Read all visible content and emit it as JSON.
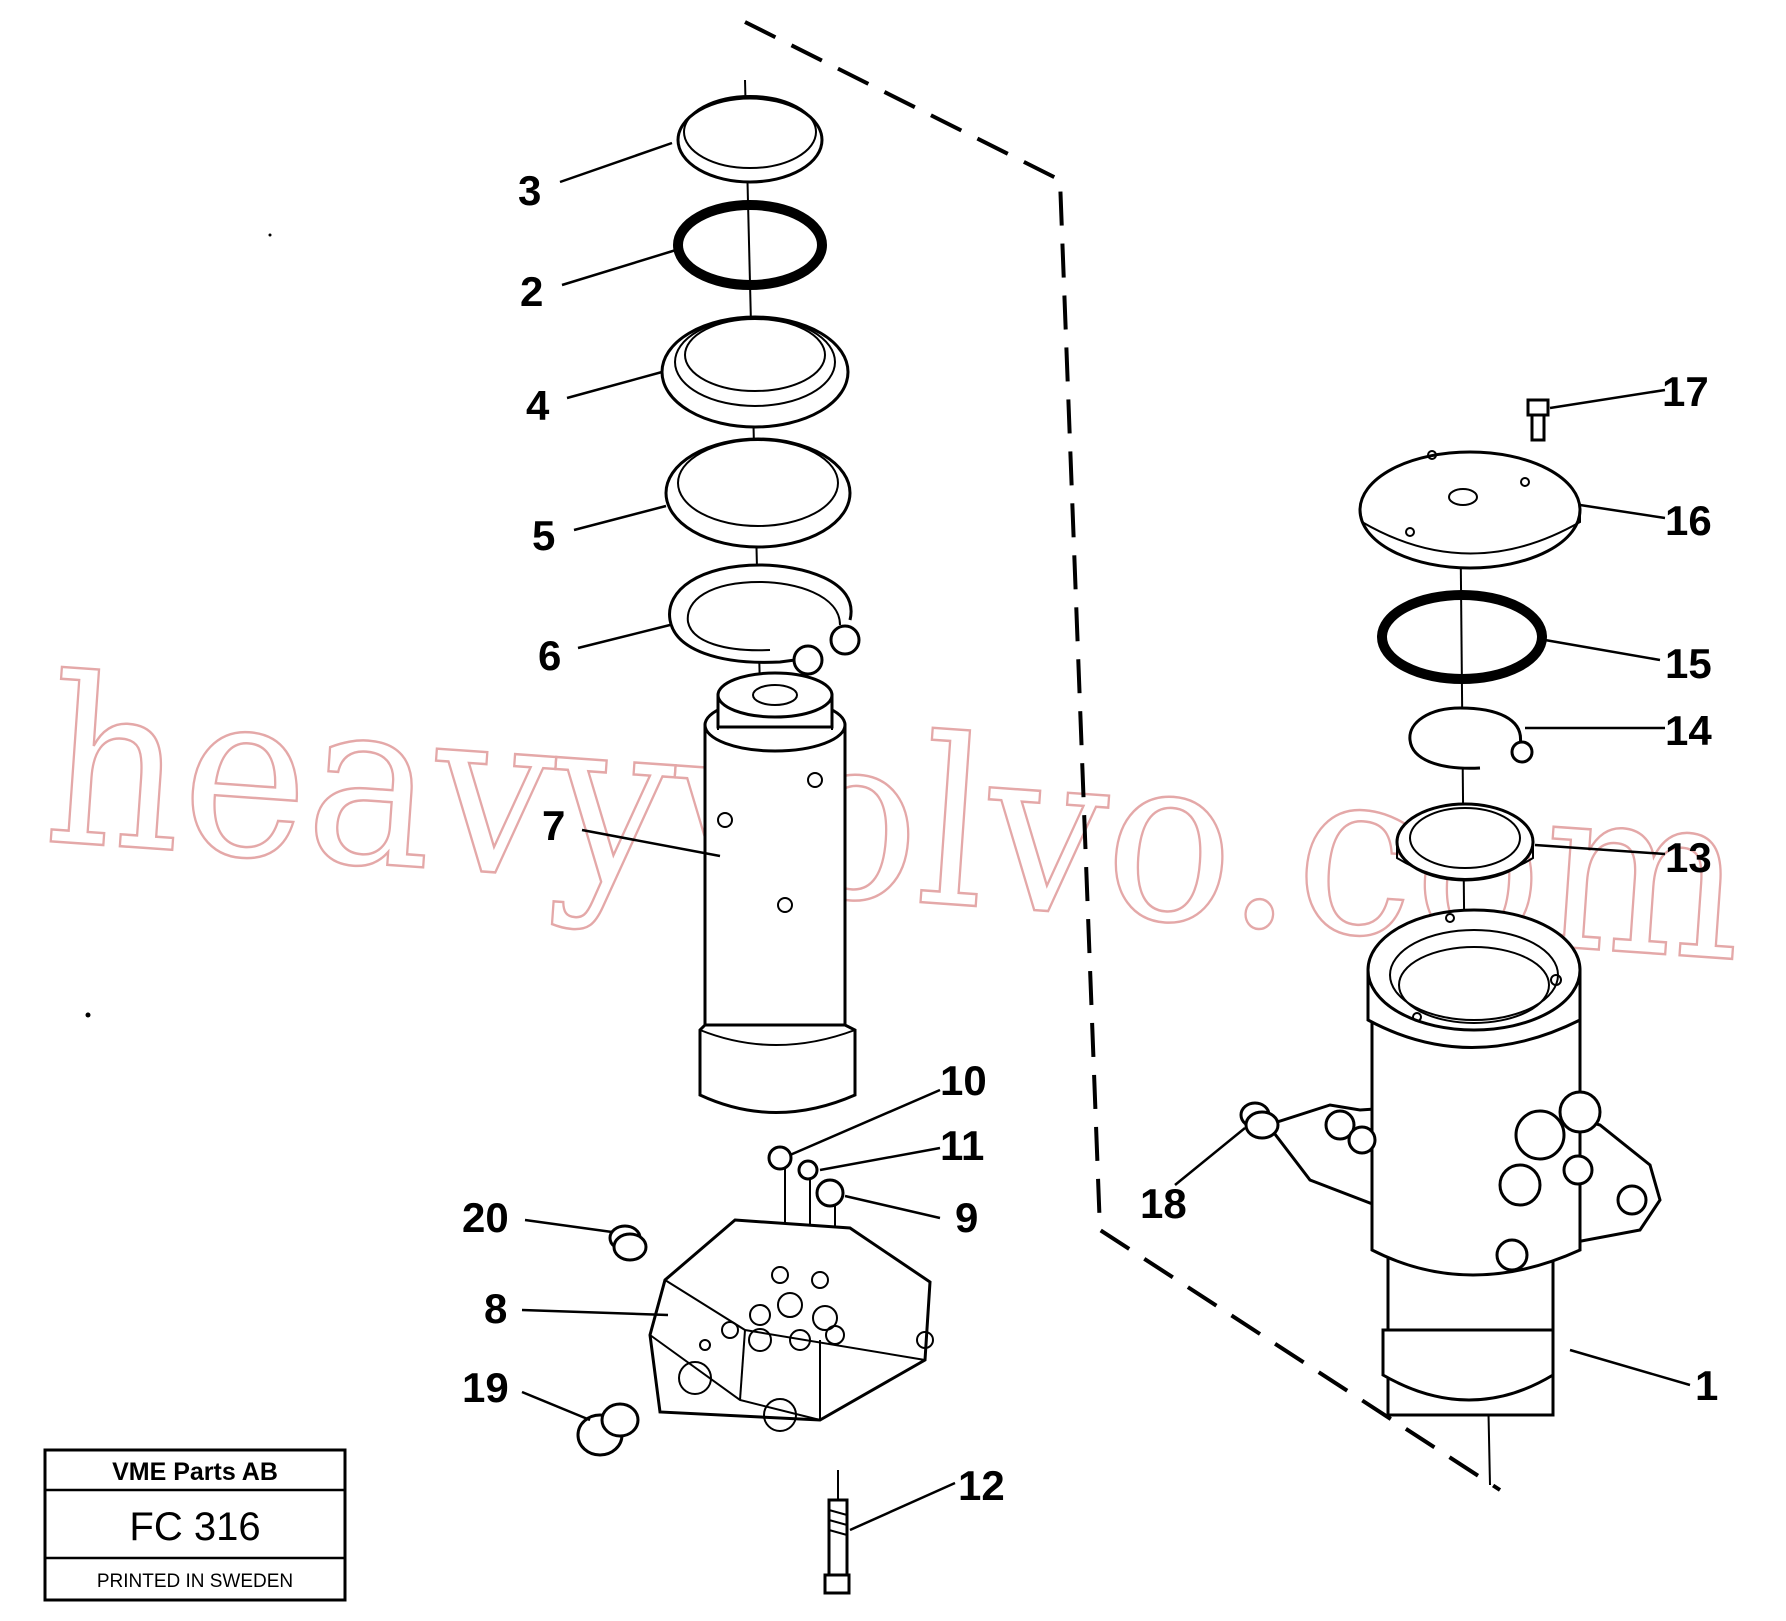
{
  "title_block": {
    "company": "VME Parts AB",
    "figure": "FC 316",
    "printed": "PRINTED IN SWEDEN"
  },
  "watermark": "heavyvolvo.com",
  "callouts": [
    "1",
    "2",
    "3",
    "4",
    "5",
    "6",
    "7",
    "8",
    "9",
    "10",
    "11",
    "12",
    "13",
    "14",
    "15",
    "16",
    "17",
    "18",
    "19",
    "20"
  ],
  "colors": {
    "line": "#000000",
    "watermark": "#e4a8a8",
    "background": "#ffffff"
  }
}
